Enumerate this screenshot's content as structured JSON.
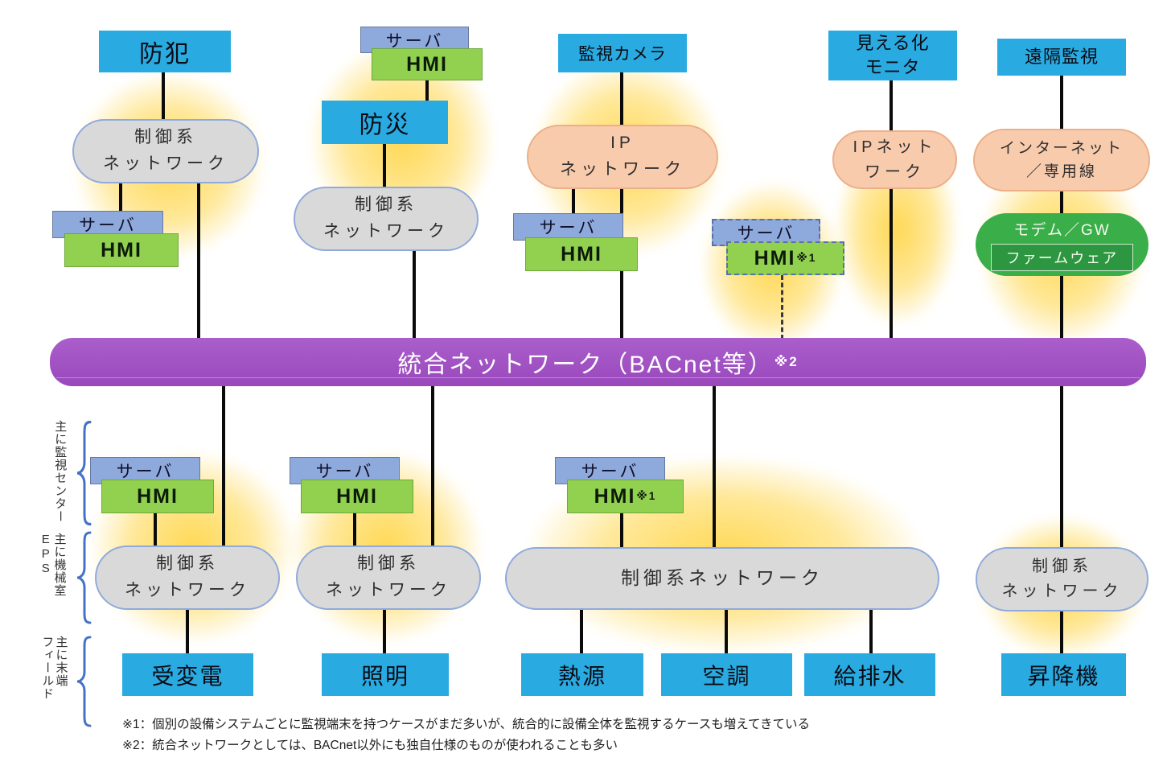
{
  "labels": {
    "server": "サーバ",
    "hmi": "HMI",
    "sup1": "※1",
    "sup2": "※2"
  },
  "top_systems": {
    "crime_prevention": "防犯",
    "disaster_prevention": "防災",
    "surveillance_camera": "監視カメラ",
    "visualization_monitor_line1": "見える化",
    "visualization_monitor_line2": "モニタ",
    "remote_monitoring": "遠隔監視"
  },
  "networks": {
    "control_line1": "制御系",
    "control_line2": "ネットワーク",
    "control_single_line": "制御系ネットワーク",
    "ip_line1": "IP",
    "ip_line2": "ネットワーク",
    "ip_right_line1": "IPネット",
    "ip_right_line2": "ワーク",
    "internet_line1": "インターネット",
    "internet_line2": "／専用線",
    "modem_gw": "モデム／GW",
    "firmware": "ファームウェア"
  },
  "backbone": {
    "label": "統合ネットワーク（BACnet等）",
    "sup": "※2"
  },
  "bottom_systems": {
    "power_substation": "受変電",
    "lighting": "照明",
    "heat_source": "熱源",
    "air_conditioning": "空調",
    "water_supply_drainage": "給排水",
    "elevator": "昇降機"
  },
  "zones": {
    "monitoring_center": "主に監視センター",
    "machine_room": "主に機械室",
    "eps": "EPS",
    "field_line1": "主に末端",
    "field_line2": "フィールド"
  },
  "footnotes": {
    "note1": "※1：個別の設備システムごとに監視端末を持つケースがまだ多いが、統合的に設備全体を監視するケースも増えてきている",
    "note2": "※2：統合ネットワークとしては、BACnet以外にも独自仕様のものが使われることも多い"
  },
  "colors": {
    "system_box": "#29ABE2",
    "server_box": "#8EA9DB",
    "hmi_box": "#92D050",
    "network_gray": "#D9D9D9",
    "network_peach": "#F8CBAD",
    "modem_green": "#3AAE49",
    "backbone_purple": "#A04FC0",
    "glow_yellow": "#FFD546",
    "brace_blue": "#4472C4"
  }
}
